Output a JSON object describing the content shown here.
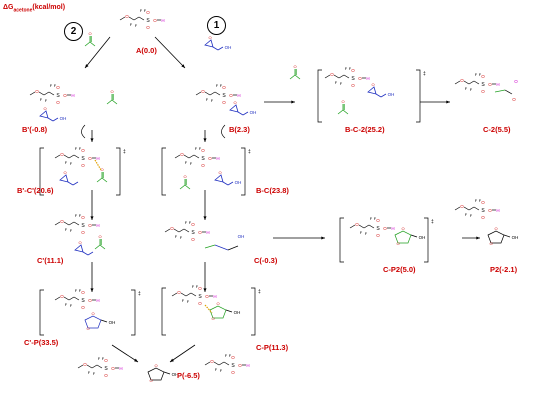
{
  "header": {
    "prefix": "ΔG",
    "subscript": "acetone",
    "units": "(kcal/mol)"
  },
  "pathways": [
    {
      "id": "1"
    },
    {
      "id": "2"
    }
  ],
  "ts_marker": "‡",
  "species": {
    "A": "A(0.0)",
    "B_prime": "B'(-0.8)",
    "B": "B(2.3)",
    "BC2": "B-C-2(25.2)",
    "C2": "C-2(5.5)",
    "BpCp": "B'-C'(20.6)",
    "BC": "B-C(23.8)",
    "Cp": "C'(11.1)",
    "C": "C(-0.3)",
    "CP2": "C-P2(5.0)",
    "P2": "P2(-2.1)",
    "CpP": "C'-P(33.5)",
    "CP": "C-P(11.3)",
    "P": "P(-6.5)"
  },
  "atoms": {
    "O": "O",
    "F": "F",
    "S": "S",
    "H": "H",
    "OH": "OH"
  },
  "colors": {
    "label": "#cc0000",
    "hydrogen": "#cc00cc",
    "oxygen": "#d42020",
    "epoxide": "#2030c0",
    "acetone": "#20a020",
    "bond_forming": "#e0a000"
  }
}
